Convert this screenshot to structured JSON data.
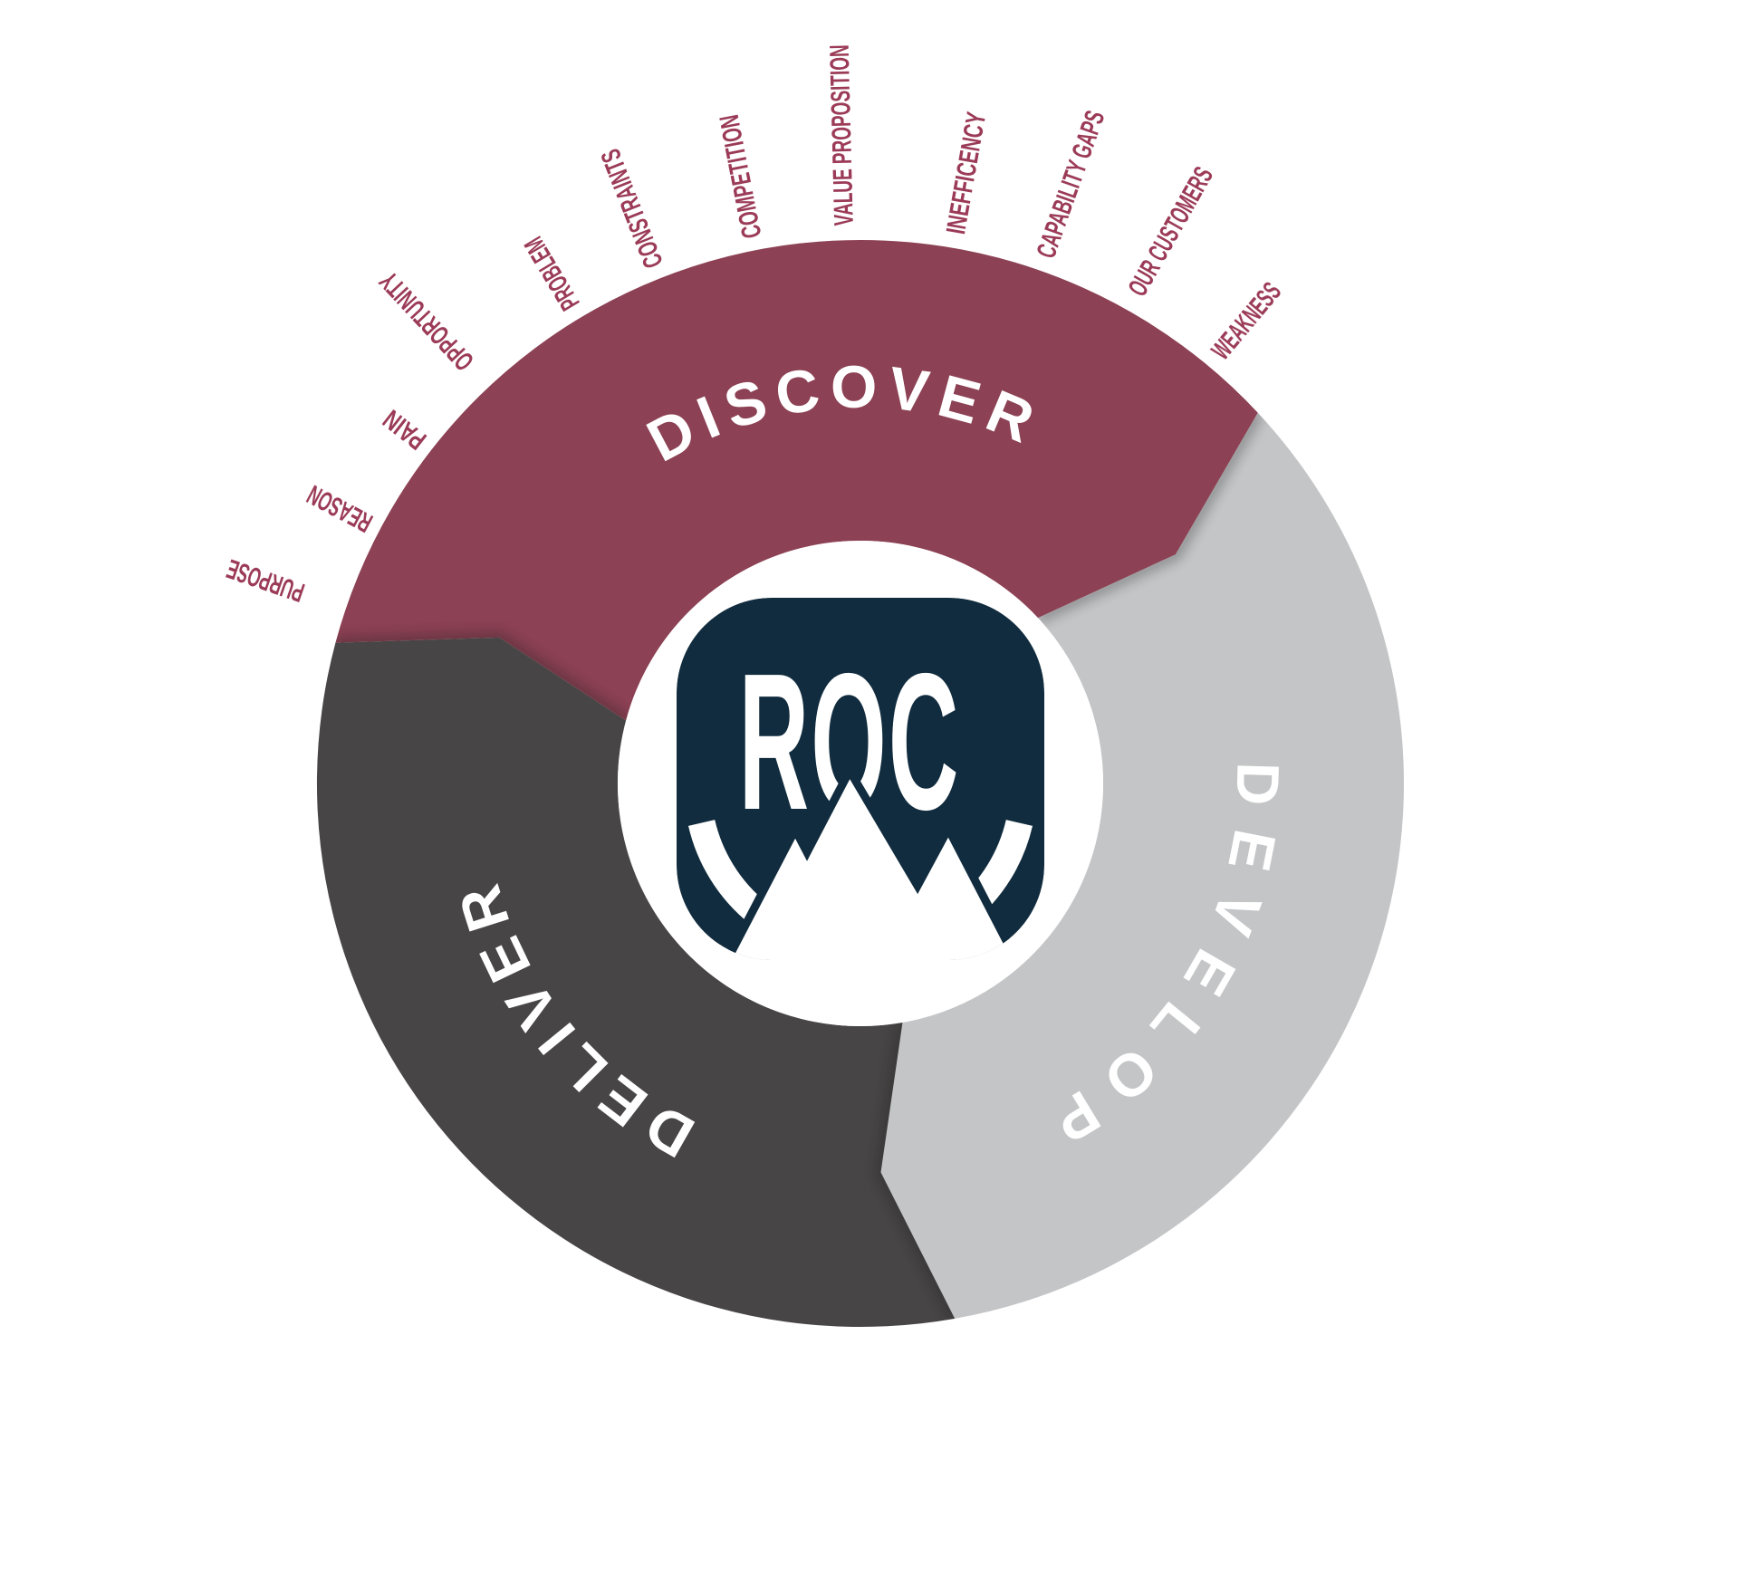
{
  "diagram": {
    "type": "cycle-wheel",
    "center_logo": {
      "text": "ROC"
    },
    "segments": [
      {
        "label": "DISCOVER",
        "color": "#8C4154",
        "text_color": "#FFFFFF",
        "position": "top"
      },
      {
        "label": "DEVELOP",
        "color": "#C3C5C7",
        "text_color": "#FFFFFF",
        "position": "right-bottom"
      },
      {
        "label": "DELIVER",
        "color": "#484546",
        "text_color": "#FFFFFF",
        "position": "left-bottom"
      }
    ],
    "radial_labels": [
      {
        "text": "PURPOSE",
        "angle_deg": -71
      },
      {
        "text": "REASON",
        "angle_deg": -62
      },
      {
        "text": "PAIN",
        "angle_deg": -52
      },
      {
        "text": "OPPORTUNITY",
        "angle_deg": -43
      },
      {
        "text": "PROBLEM",
        "angle_deg": -31
      },
      {
        "text": "CONSTRAINTS",
        "angle_deg": -21.5
      },
      {
        "text": "COMPETITION",
        "angle_deg": -11
      },
      {
        "text": "VALUE PROPOSITION",
        "angle_deg": -1.5
      },
      {
        "text": "INEFFICENCY",
        "angle_deg": 10
      },
      {
        "text": "CAPABILITY GAPS",
        "angle_deg": 19.5
      },
      {
        "text": "OUR CUSTOMERS",
        "angle_deg": 29.5
      },
      {
        "text": "WEAKNESS",
        "angle_deg": 40
      }
    ],
    "colors": {
      "maroon": "#8C4154",
      "light_gray": "#C3C5C7",
      "dark_gray": "#484546",
      "navy": "#112C3E",
      "label_maroon": "#9B3B57",
      "background": "#FFFFFF",
      "word_white": "#FFFFFF"
    }
  }
}
